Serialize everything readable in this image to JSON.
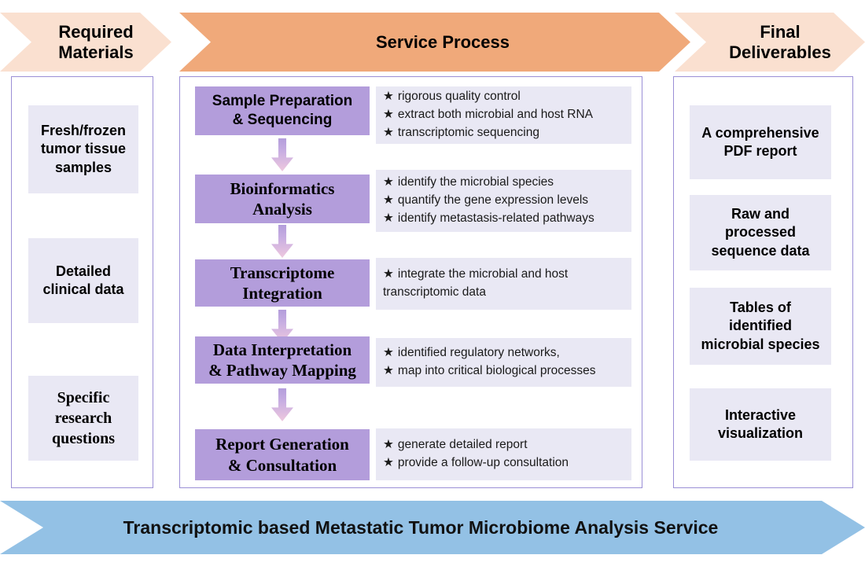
{
  "headers": {
    "left": "Required\nMaterials",
    "middle": "Service Process",
    "right": "Final\nDeliverables"
  },
  "colors": {
    "header_light_orange": "#fae0d0",
    "header_orange": "#f0a97a",
    "step_purple": "#b39ddb",
    "card_lavender": "#e9e8f4",
    "frame_border": "#9b8fd6",
    "banner_blue": "#93c1e5",
    "arrow_gradient_top": "#b39ddb",
    "arrow_gradient_bottom": "#eec8de"
  },
  "required_materials": {
    "items": [
      {
        "label": "Fresh/frozen\ntumor tissue\nsamples",
        "font": "sans"
      },
      {
        "label": "Detailed\nclinical data",
        "font": "sans"
      },
      {
        "label": "Specific\nresearch\nquestions",
        "font": "serif"
      }
    ]
  },
  "service_process": {
    "steps": [
      {
        "title": "Sample Preparation\n& Sequencing",
        "font": "sans",
        "bullets": [
          "rigorous quality control",
          "extract both microbial and host RNA",
          "transcriptomic sequencing"
        ]
      },
      {
        "title": "Bioinformatics\nAnalysis",
        "font": "serif",
        "bullets": [
          "identify the microbial species",
          "quantify the gene expression levels",
          "identify metastasis-related pathways"
        ]
      },
      {
        "title": "Transcriptome\nIntegration",
        "font": "serif",
        "bullets": [
          "integrate the microbial and host transcriptomic data"
        ]
      },
      {
        "title": "Data Interpretation\n& Pathway Mapping",
        "font": "serif",
        "bullets": [
          "identified regulatory networks,",
          "map into critical biological processes"
        ]
      },
      {
        "title": "Report Generation\n& Consultation",
        "font": "serif",
        "bullets": [
          "generate detailed report",
          "provide a follow-up consultation"
        ]
      }
    ],
    "bullet_glyph": "★",
    "connector_icon": "down-arrow-icon"
  },
  "final_deliverables": {
    "items": [
      {
        "label": "A comprehensive\nPDF report",
        "font": "sans"
      },
      {
        "label": "Raw and\nprocessed\nsequence data",
        "font": "sans"
      },
      {
        "label": "Tables of\nidentified\nmicrobial species",
        "font": "sans"
      },
      {
        "label": "Interactive\nvisualization",
        "font": "sans"
      }
    ]
  },
  "bottom_banner": {
    "title": "Transcriptomic based Metastatic Tumor Microbiome Analysis Service"
  }
}
